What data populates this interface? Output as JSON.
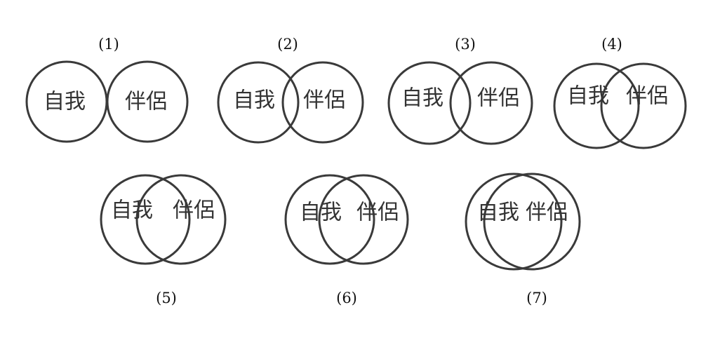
{
  "labels": {
    "self": "自我",
    "partner": "伴侶"
  },
  "diagrams": [
    {
      "number": "(1)"
    },
    {
      "number": "(2)"
    },
    {
      "number": "(3)"
    },
    {
      "number": "(4)"
    },
    {
      "number": "(5)"
    },
    {
      "number": "(6)"
    },
    {
      "number": "(7)"
    }
  ],
  "colors": {
    "stroke": "#3a3a3a",
    "text": "#333333"
  }
}
